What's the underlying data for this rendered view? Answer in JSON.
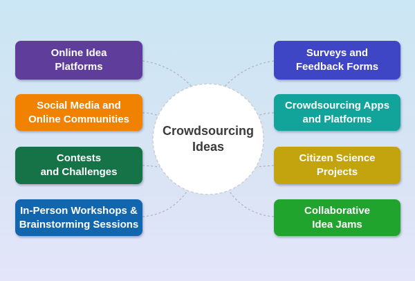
{
  "diagram": {
    "center": {
      "line1": "Crowdsourcing",
      "line2": "Ideas"
    },
    "left": [
      {
        "line1": "Online Idea",
        "line2": "Platforms",
        "color": "#5e3d9b"
      },
      {
        "line1": "Social Media and",
        "line2": "Online Communities",
        "color": "#f08200"
      },
      {
        "line1": "Contests",
        "line2": "and Challenges",
        "color": "#157347"
      },
      {
        "line1": "In-Person Workshops &",
        "line2": "Brainstorming Sessions",
        "color": "#1166ae"
      }
    ],
    "right": [
      {
        "line1": "Surveys and",
        "line2": "Feedback Forms",
        "color": "#3e46c5"
      },
      {
        "line1": "Crowdsourcing Apps",
        "line2": "and Platforms",
        "color": "#12a49a"
      },
      {
        "line1": "Citizen Science",
        "line2": "Projects",
        "color": "#c4a40e"
      },
      {
        "line1": "Collaborative",
        "line2": "Idea Jams",
        "color": "#21a42e"
      }
    ],
    "style": {
      "connector_color": "#b0b4bc",
      "circle_fill": "#ffffff",
      "circle_border_color": "#c9cdd3",
      "background_top": "#cbe6f4",
      "background_bottom": "#e4e5fa",
      "text_color_center": "#3b3b3b",
      "text_color_nodes": "#ffffff"
    }
  }
}
